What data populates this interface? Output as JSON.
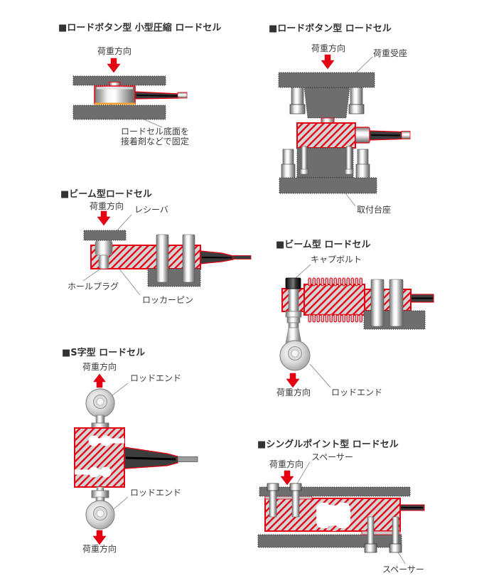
{
  "colors": {
    "red": "#e60012",
    "hatch_fill": "#d4d4d4",
    "plate_gray": "#6e6e6e",
    "text": "#3a3a3a"
  },
  "diagrams": {
    "load_button_compact": {
      "title": "■ロードボタン型 小型圧縮 ロードセル",
      "load_direction": "荷重方向",
      "note_line1": "ロードセル底面を",
      "note_line2": "接着剤などで固定"
    },
    "load_button": {
      "title": "■ロードボタン型 ロードセル",
      "load_direction": "荷重方向",
      "load_seat": "荷重受座",
      "mount_base": "取付台座"
    },
    "beam_small": {
      "title": "■ビーム型ロードセル",
      "load_direction": "荷重方向",
      "receiver": "レシーバ",
      "hole_plug": "ホールプラグ",
      "rocker_pin": "ロッカーピン"
    },
    "beam_rod_end": {
      "title": "■ビーム型 ロードセル",
      "cap_bolt": "キャプボルト",
      "load_direction": "荷重方向",
      "rod_end": "ロッドエンド"
    },
    "s_type": {
      "title": "■S字型 ロードセル",
      "load_direction_top": "荷重方向",
      "rod_end_top": "ロッドエンド",
      "rod_end_bottom": "ロッドエンド",
      "load_direction_bottom": "荷重方向"
    },
    "single_point": {
      "title": "■シングルポイント型 ロードセル",
      "load_direction": "荷重方向",
      "spacer_top": "スペーサー",
      "spacer_bottom": "スペーサー"
    }
  }
}
